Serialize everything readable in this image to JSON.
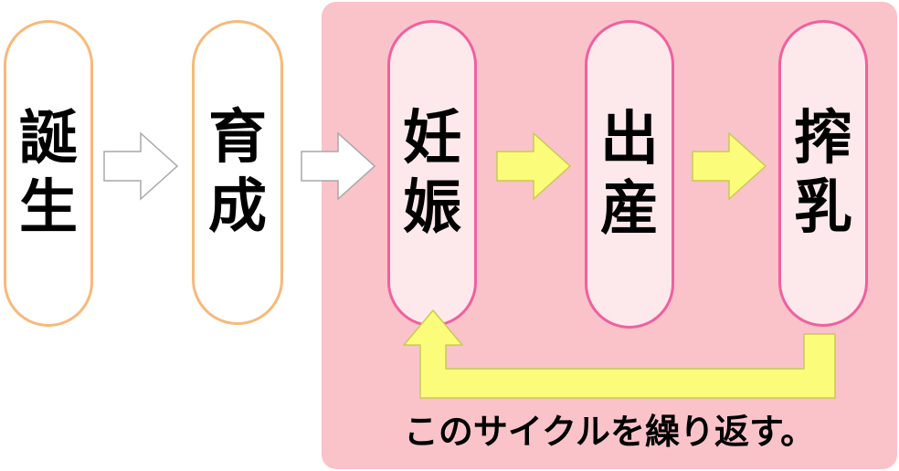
{
  "stages": [
    {
      "id": "birth",
      "chars": [
        "誕",
        "生"
      ]
    },
    {
      "id": "raising",
      "chars": [
        "育",
        "成"
      ]
    },
    {
      "id": "pregnancy",
      "chars": [
        "妊",
        "娠"
      ]
    },
    {
      "id": "calving",
      "chars": [
        "出",
        "産"
      ]
    },
    {
      "id": "milking",
      "chars": [
        "搾",
        "乳"
      ]
    }
  ],
  "caption": "このサイクルを繰り返す。",
  "colors": {
    "cycle_background": "#f9c3c9",
    "outer_stage_border": "#f8b97a",
    "inner_stage_border": "#f0609e",
    "inner_stage_fill": "#fde9ec",
    "plain_arrow_fill": "#ffffff",
    "cycle_arrow_fill": "#fbfc7a"
  }
}
